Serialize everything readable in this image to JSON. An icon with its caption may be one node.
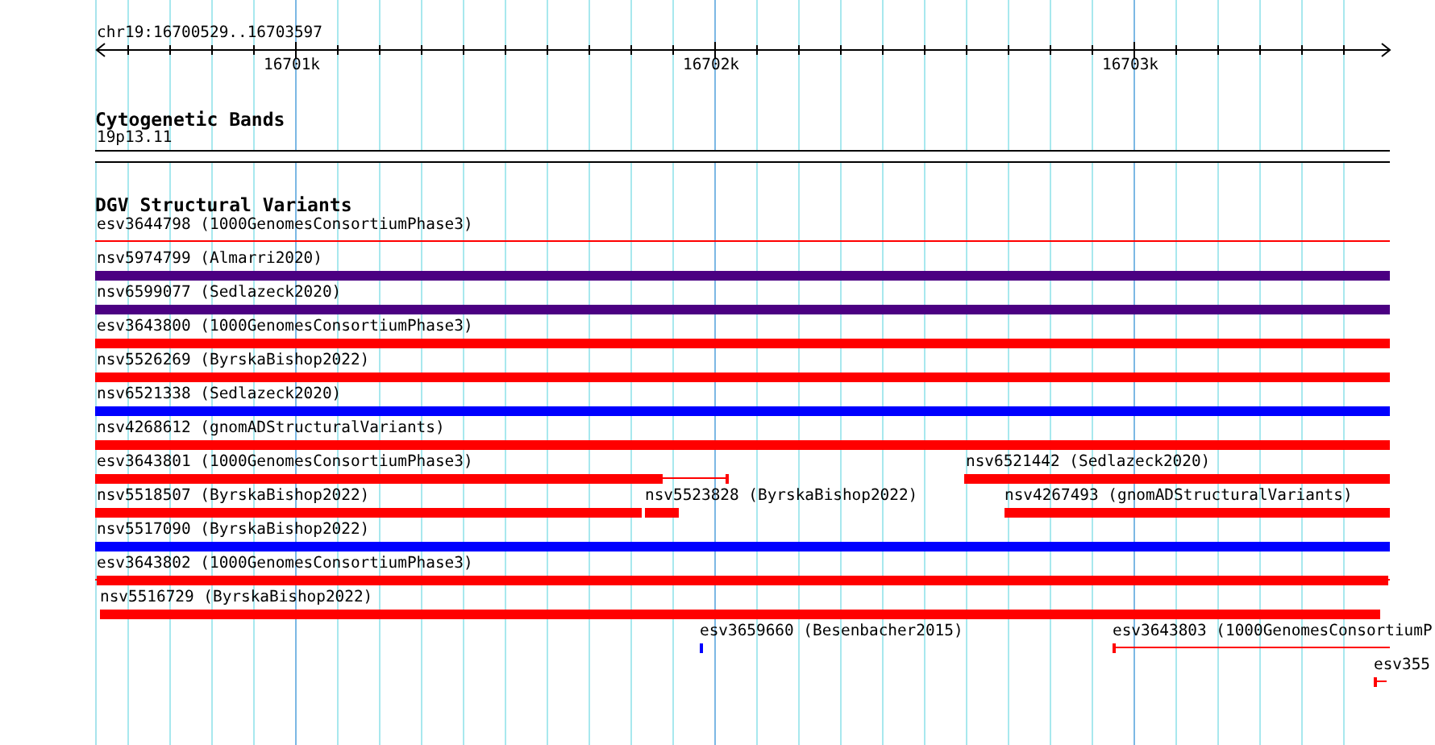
{
  "diagram": {
    "nodes": [
      {
        "text": [
          "19p13.11"
        ]
      },
      {
        "text": [
          "esv3644798 (1000GenomesConsortiumPhase3)"
        ]
      },
      {
        "text": [
          "nsv5974799 (Almarri2020)"
        ]
      },
      {
        "text": [
          "nsv6599077 (Sedlazeck2020)"
        ]
      },
      {
        "text": [
          "esv3643800 (1000GenomesConsortiumPhase3)"
        ]
      },
      {
        "text": [
          "nsv5526269 (ByrskaBishop2022)"
        ]
      },
      {
        "text": [
          "nsv6521338 (Sedlazeck2020)"
        ]
      },
      {
        "text": [
          "nsv4268612 (gnomADStructuralVariants)"
        ]
      },
      {
        "text": [
          "esv3643801 (1000GenomesConsortiumPhase3)"
        ]
      },
      {
        "text": [
          "nsv6521442 (Sedlazeck2020)"
        ]
      },
      {
        "text": [
          "nsv5518507 (ByrskaBishop2022)"
        ]
      },
      {
        "text": [
          "nsv5523828 (ByrskaBishop2022)"
        ]
      },
      {
        "text": [
          "nsv4267493 (gnomADStructuralVariants)"
        ]
      },
      {
        "text": [
          "nsv5517090 (ByrskaBishop2022)"
        ]
      },
      {
        "text": [
          "esv3643802 (1000GenomesConsortiumPhase3)"
        ]
      },
      {
        "text": [
          "nsv5516729 (ByrskaBishop2022)"
        ]
      },
      {
        "text": [
          "esv3659660 (Besenbacher2015)"
        ]
      },
      {
        "text": [
          "esv3643803 (1000GenomesConsortiumP"
        ]
      },
      {
        "text": [
          "esv355"
        ]
      }
    ],
    "labels": [
      "chr19:16700529..16703597",
      "16701k",
      "16702k",
      "16703k",
      "Cytogenetic Bands",
      "DGV Structural Variants"
    ]
  }
}
